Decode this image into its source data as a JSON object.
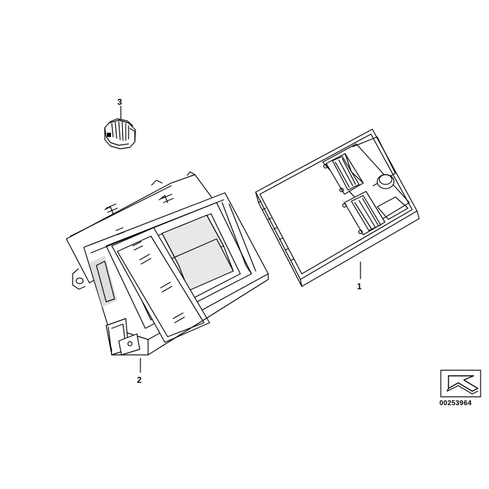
{
  "callouts": {
    "part_1": "1",
    "part_2": "2",
    "part_3": "3"
  },
  "catalog_code": "00253964",
  "icons": {
    "orientation": "direction-arrow-icon"
  },
  "colors": {
    "line": "#000000",
    "background": "#ffffff",
    "shade": "#c8c8c8"
  }
}
